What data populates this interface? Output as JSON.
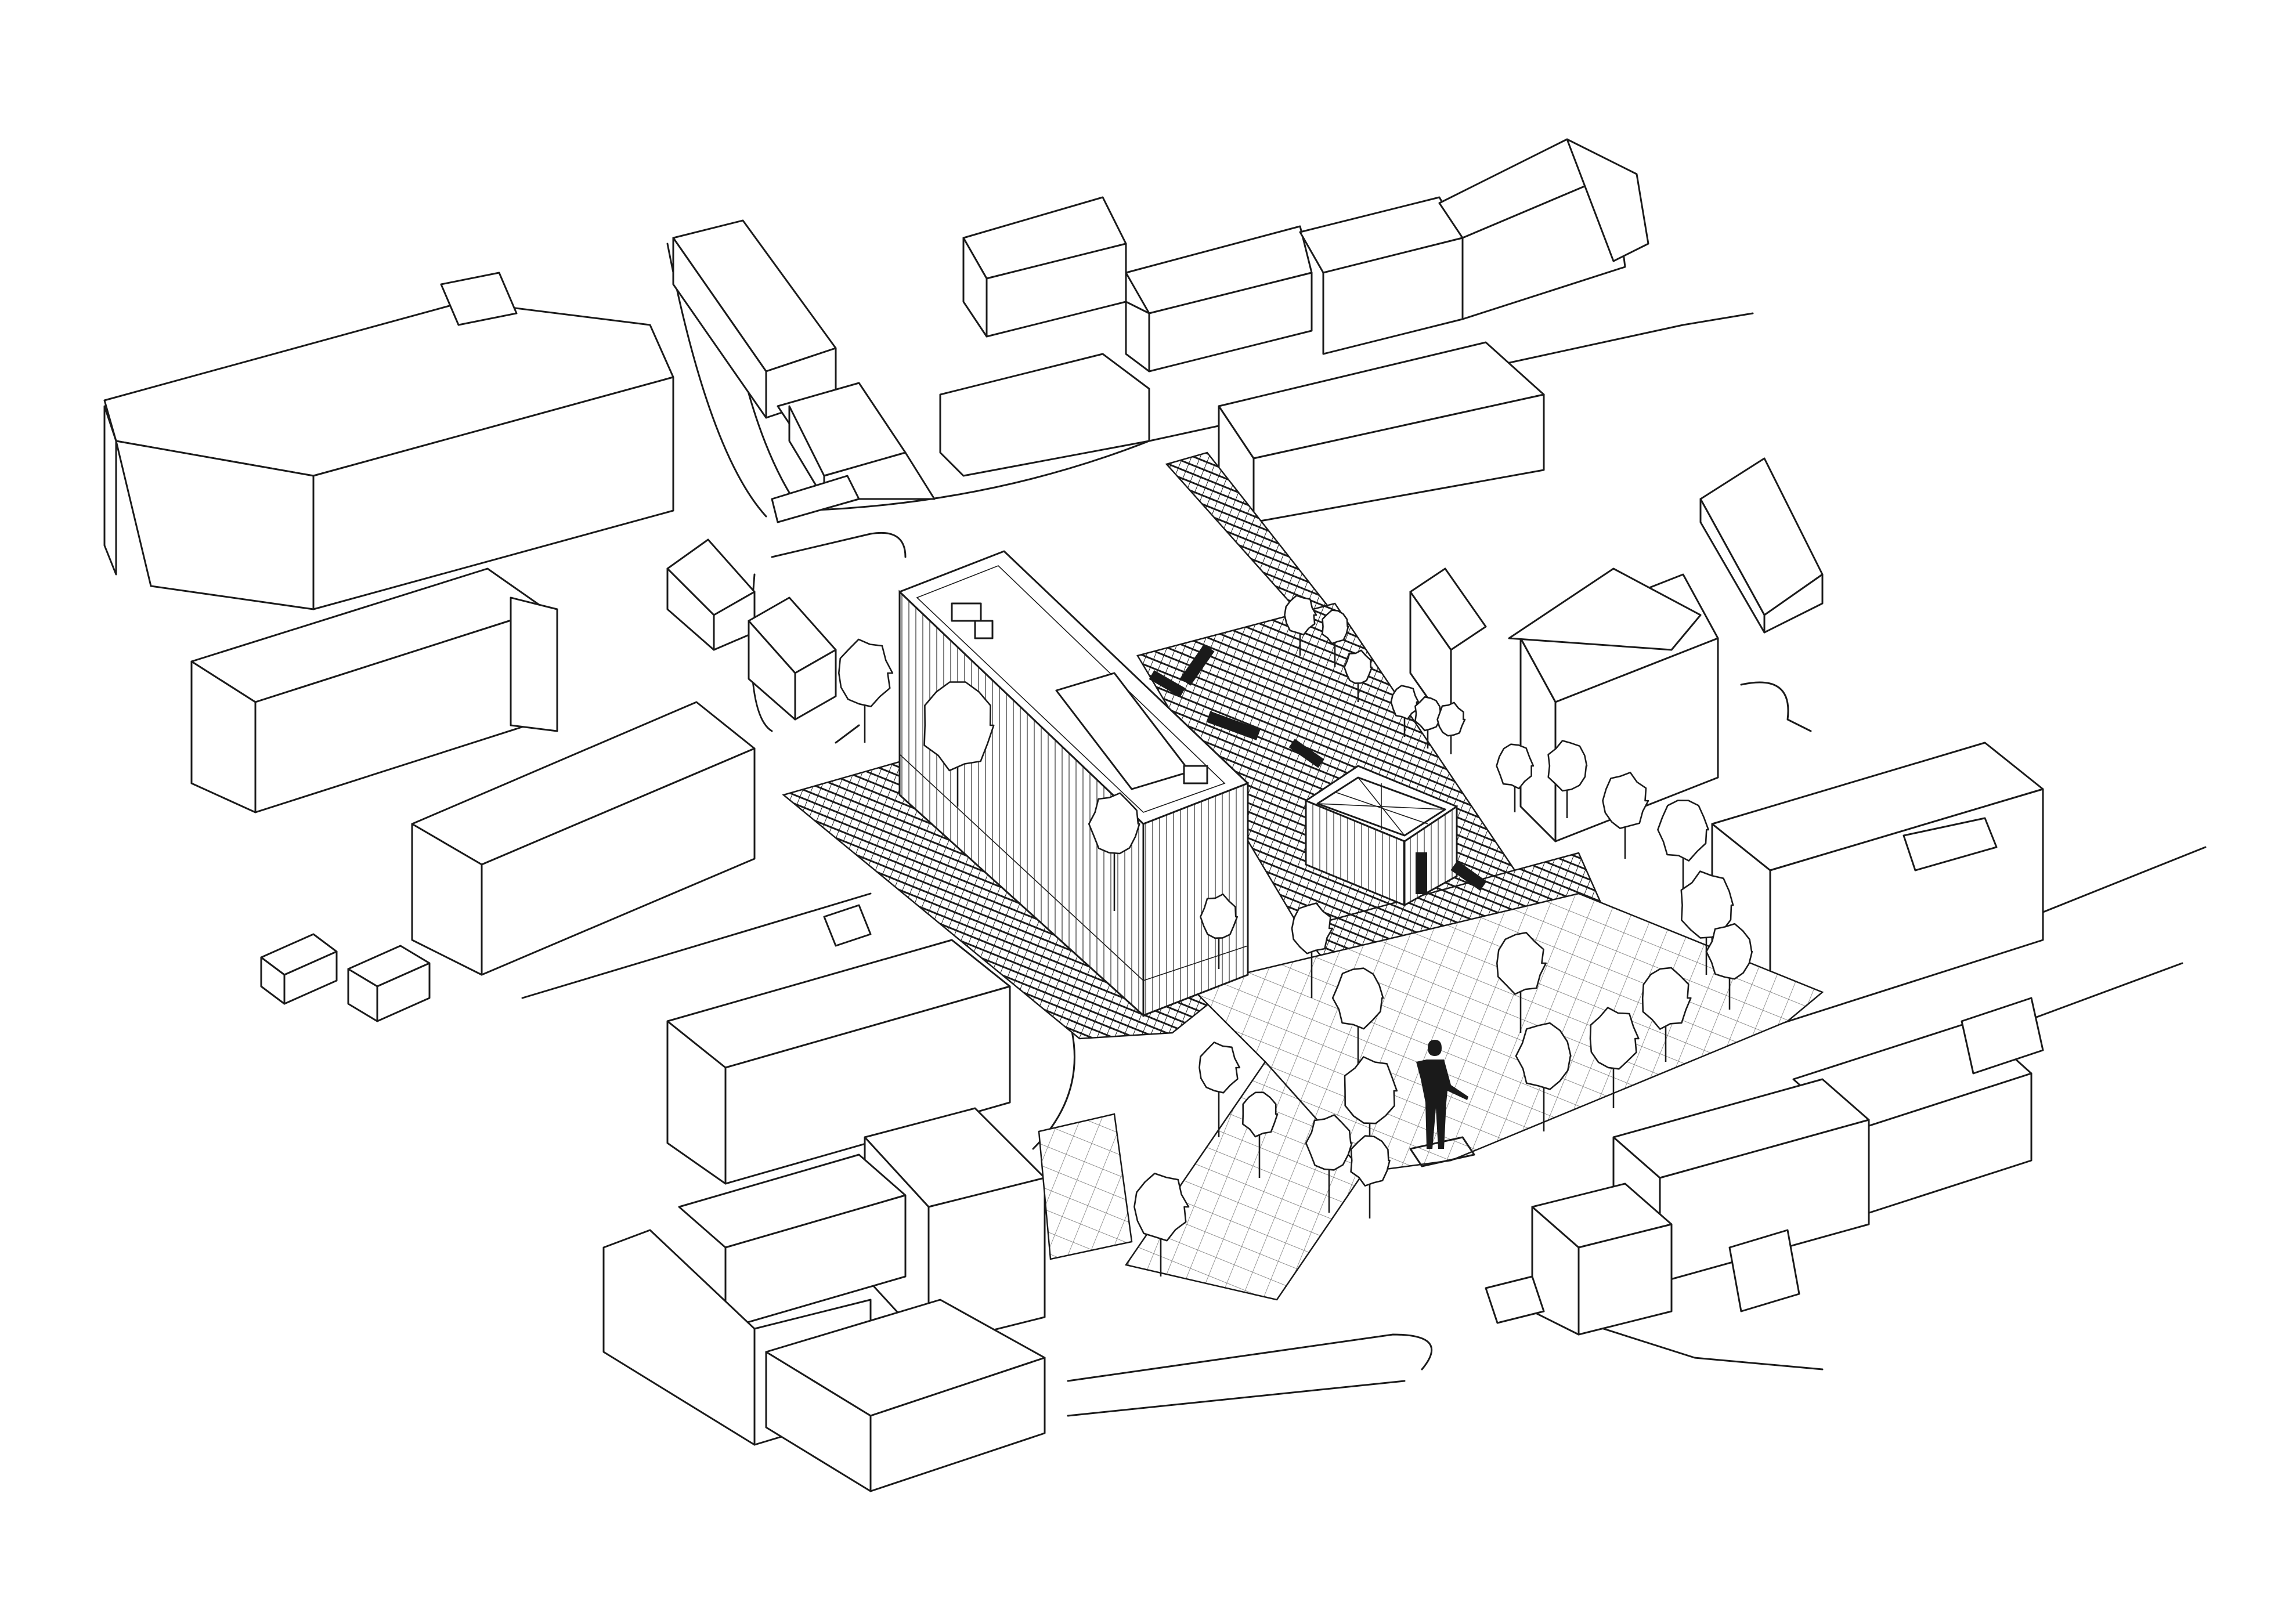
{
  "drawing": {
    "type": "axonometric-site-plan",
    "style": "black line drawing on white background",
    "colors": {
      "background": "#ffffff",
      "line": "#1a1a1a",
      "fill_dark": "#1a1a1a"
    },
    "elements": [
      "surrounding-building-volumes",
      "main-building-with-vertical-cladding",
      "pavilion-with-skylight",
      "hatched-paving",
      "grid-paving-plaza",
      "trees",
      "benches",
      "human-figure",
      "streets"
    ]
  }
}
